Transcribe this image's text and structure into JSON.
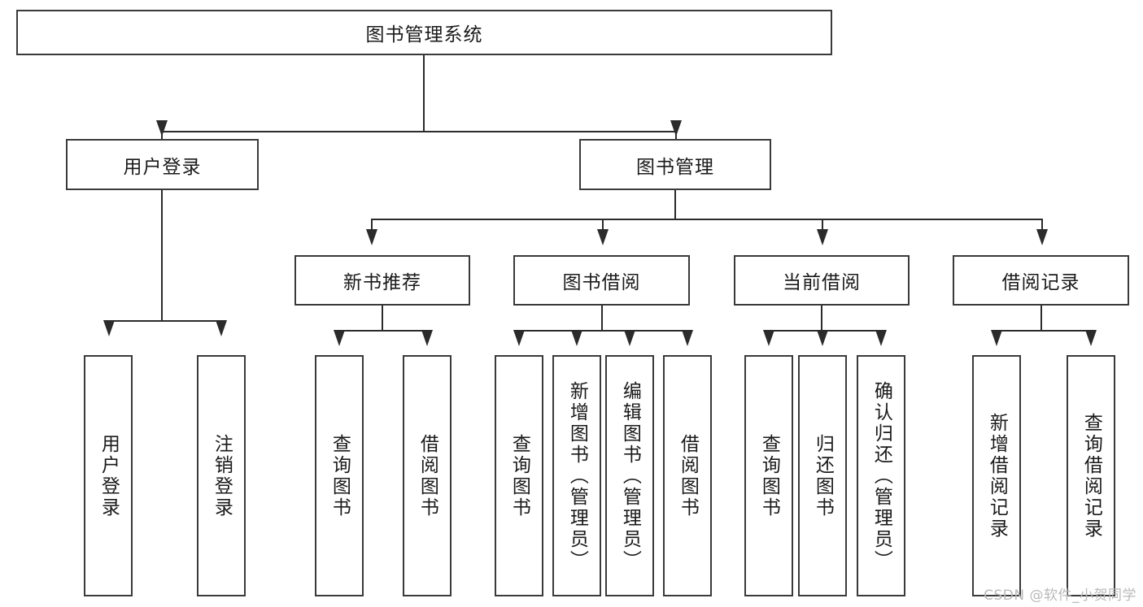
{
  "diagram": {
    "title": "图书管理系统",
    "type": "tree",
    "root": {
      "label": "图书管理系统"
    },
    "level2": [
      {
        "id": "user-login",
        "label": "用户登录"
      },
      {
        "id": "book-management",
        "label": "图书管理"
      }
    ],
    "level3": [
      {
        "id": "new-book-recommend",
        "label": "新书推荐",
        "parent": "book-management"
      },
      {
        "id": "book-borrow",
        "label": "图书借阅",
        "parent": "book-management"
      },
      {
        "id": "current-borrow",
        "label": "当前借阅",
        "parent": "book-management"
      },
      {
        "id": "borrow-record",
        "label": "借阅记录",
        "parent": "book-management"
      }
    ],
    "leaves": [
      {
        "id": "leaf-user-login",
        "label": "用户登录",
        "parent": "user-login"
      },
      {
        "id": "leaf-logout-login",
        "label": "注销登录",
        "parent": "user-login"
      },
      {
        "id": "leaf-query-book-1",
        "label": "查询图书",
        "parent": "new-book-recommend"
      },
      {
        "id": "leaf-borrow-book-1",
        "label": "借阅图书",
        "parent": "new-book-recommend"
      },
      {
        "id": "leaf-query-book-2",
        "label": "查询图书",
        "parent": "book-borrow"
      },
      {
        "id": "leaf-add-book",
        "label": "新增图书（管理员）",
        "parent": "book-borrow"
      },
      {
        "id": "leaf-edit-book",
        "label": "编辑图书（管理员）",
        "parent": "book-borrow"
      },
      {
        "id": "leaf-borrow-book-2",
        "label": "借阅图书",
        "parent": "book-borrow"
      },
      {
        "id": "leaf-query-book-3",
        "label": "查询图书",
        "parent": "current-borrow"
      },
      {
        "id": "leaf-return-book",
        "label": "归还图书",
        "parent": "current-borrow"
      },
      {
        "id": "leaf-confirm-return",
        "label": "确认归还（管理员）",
        "parent": "current-borrow"
      },
      {
        "id": "leaf-add-record",
        "label": "新增借阅记录",
        "parent": "borrow-record"
      },
      {
        "id": "leaf-query-record",
        "label": "查询借阅记录",
        "parent": "borrow-record"
      }
    ],
    "watermark": "CSDN @软件_小贺同学",
    "colors": {
      "box_border": "#3a3a3a",
      "line": "#2b2b2b",
      "text": "#1a1a1a",
      "background": "#ffffff",
      "watermark": "#b9b9b9"
    }
  }
}
